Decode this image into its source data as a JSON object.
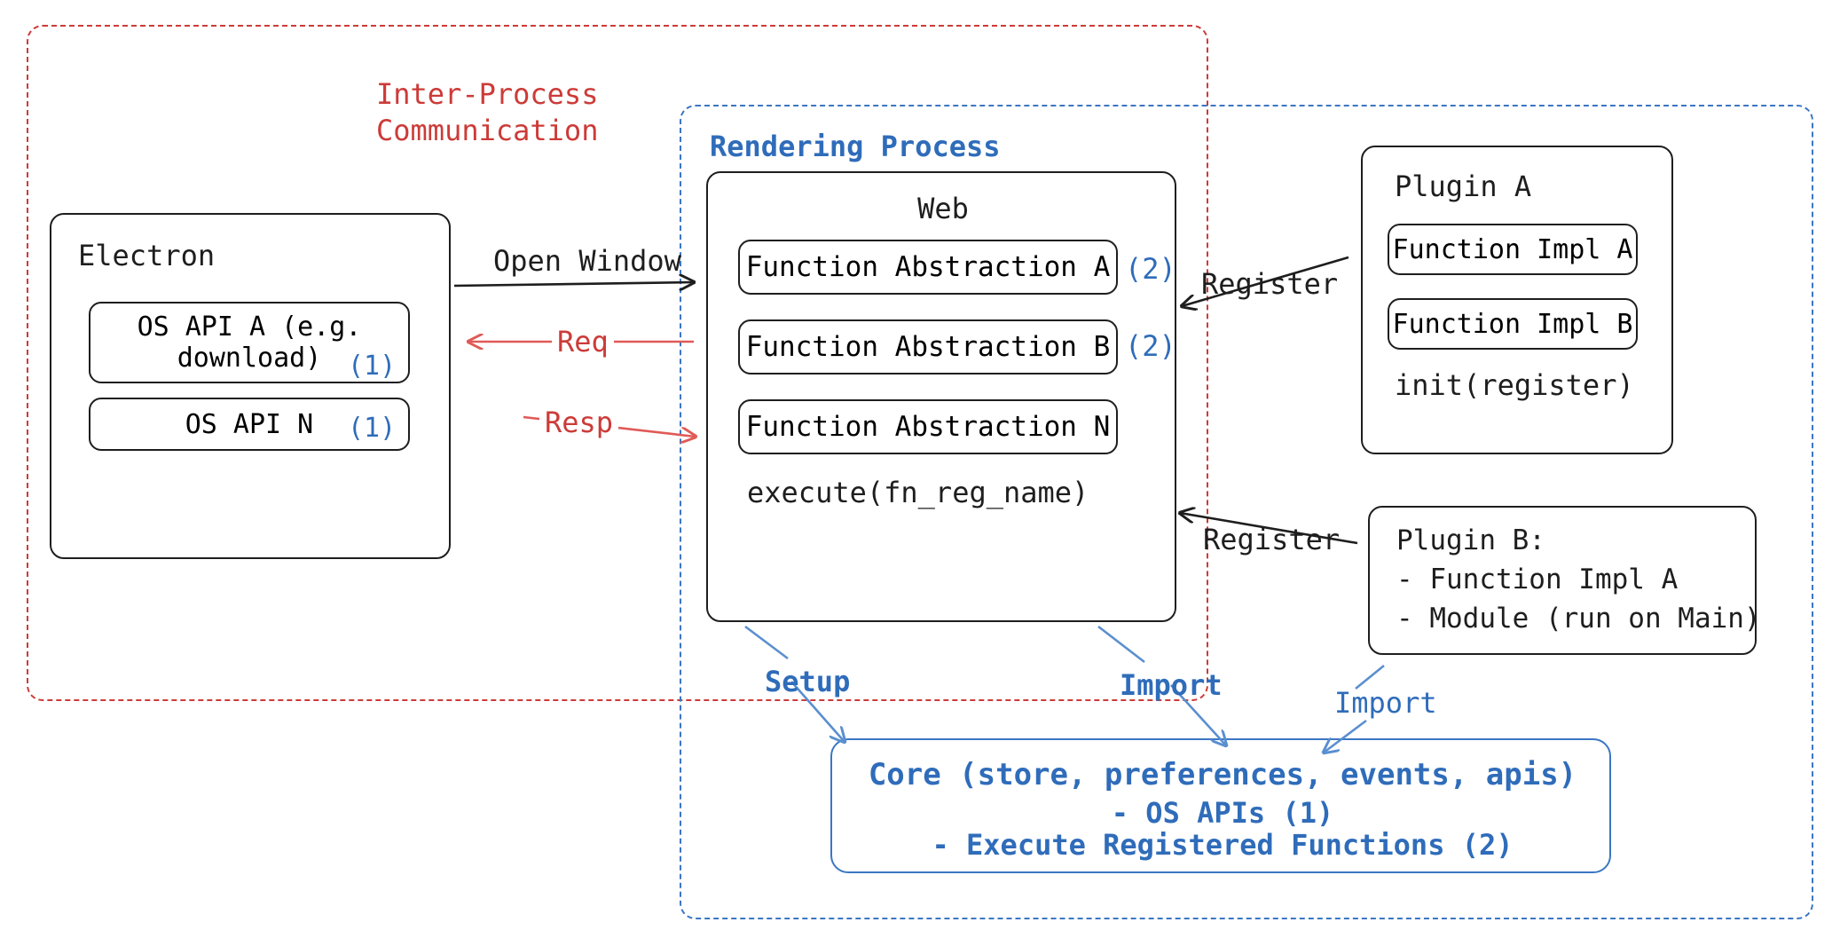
{
  "diagram": {
    "title_hidden": "",
    "containers": {
      "ipc": {
        "label": "Inter-Process\nCommunication",
        "color": "#cc3b38",
        "style": "dashed"
      },
      "rendering": {
        "label": "Rendering Process",
        "color": "#3b76c4",
        "style": "dashed"
      }
    },
    "electron": {
      "title": "Electron",
      "apis": [
        {
          "label": "OS API A (e.g.\ndownload)",
          "marker": "(1)"
        },
        {
          "label": "OS API N",
          "marker": "(1)"
        }
      ]
    },
    "web": {
      "title": "Web",
      "abstractions": [
        {
          "label": "Function Abstraction A",
          "marker": "(2)"
        },
        {
          "label": "Function Abstraction B",
          "marker": "(2)"
        },
        {
          "label": "Function Abstraction N",
          "marker": ""
        }
      ],
      "footer": "execute(fn_reg_name)"
    },
    "plugin_a": {
      "title": "Plugin A",
      "impls": [
        "Function Impl A",
        "Function Impl B"
      ],
      "footer": "init(register)"
    },
    "plugin_b": {
      "lines": [
        "Plugin B:",
        "- Function Impl A",
        "- Module (run on Main)"
      ]
    },
    "core": {
      "lines": [
        "Core (store, preferences, events, apis)",
        "- OS APIs (1)",
        "- Execute Registered Functions (2)"
      ],
      "color": "#2f6cba"
    },
    "arrows": [
      {
        "id": "open-window",
        "label": "Open Window",
        "color": "#1e1e1e"
      },
      {
        "id": "req",
        "label": "Req",
        "color": "#e05a57"
      },
      {
        "id": "resp",
        "label": "Resp",
        "color": "#e05a57"
      },
      {
        "id": "register-a",
        "label": "Register",
        "color": "#1e1e1e"
      },
      {
        "id": "register-b",
        "label": "Register",
        "color": "#1e1e1e"
      },
      {
        "id": "setup",
        "label": "Setup",
        "color": "#2f6cba"
      },
      {
        "id": "import-web",
        "label": "Import",
        "color": "#2f6cba"
      },
      {
        "id": "import-plugin",
        "label": "Import",
        "color": "#2f6cba"
      }
    ]
  }
}
